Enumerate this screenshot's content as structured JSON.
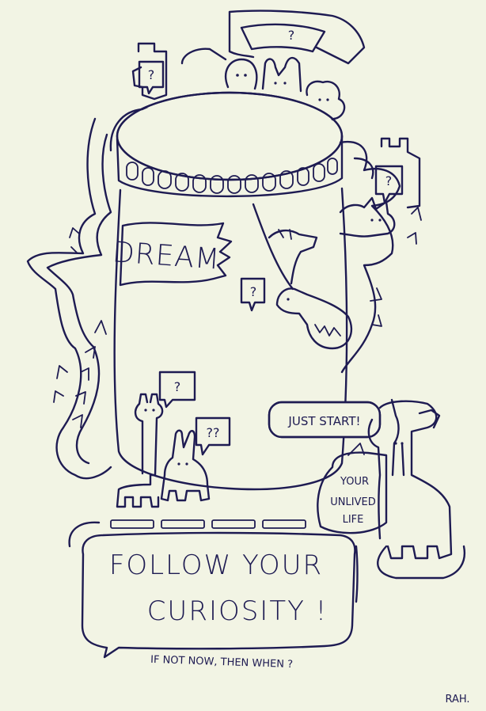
{
  "label_dream": "DREAM",
  "bubble_just_start": "JUST START!",
  "bubble_unlived": [
    "YOUR",
    "UNLIVED",
    "LIFE"
  ],
  "headline": [
    "FOLLOW YOUR",
    "CURIOSITY !"
  ],
  "tagline": "IF NOT NOW, THEN WHEN ?",
  "signature": "RAH.",
  "question_marks": {
    "top_fan": "?",
    "top_left": "?",
    "right": "?",
    "center": "?",
    "giraffe": "?",
    "rabbit": "??"
  },
  "ink_color": "#1e1b52",
  "paper_color": "#f2f4e4"
}
